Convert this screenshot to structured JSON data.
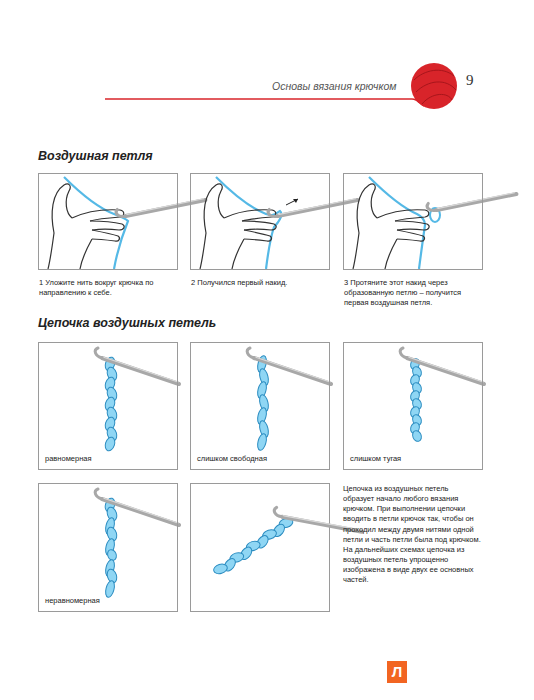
{
  "diagram": {
    "nodes": [
      {
        "text": [
          "1 Уложите нить вокруг крючка по направлению к себе."
        ]
      },
      {
        "text": [
          "2 Получился первый накид."
        ]
      },
      {
        "text": [
          "3 Протяните этот накид через образованную петлю – получится первая воздушная петля."
        ]
      },
      {
        "text": [
          "равномерная"
        ]
      },
      {
        "text": [
          "слишком свободная"
        ]
      },
      {
        "text": [
          "слишком тугая"
        ]
      },
      {
        "text": [
          "неравномерная"
        ]
      }
    ],
    "labels": [
      "Основы вязания крючком",
      "9",
      "Воздушная петля",
      "Цепочка воздушных петель",
      "Цепочка из воздушных петель образует начало любого вязания крючком. При выполнении цепочки вводить в петли крючок так, чтобы он проходил между двумя нитями одной петли и часть петли была под крючком. На дальнейших схемах цепочка из воздушных петель упрощенно изображена в виде двух ее основных частей.",
      "Л"
    ]
  }
}
